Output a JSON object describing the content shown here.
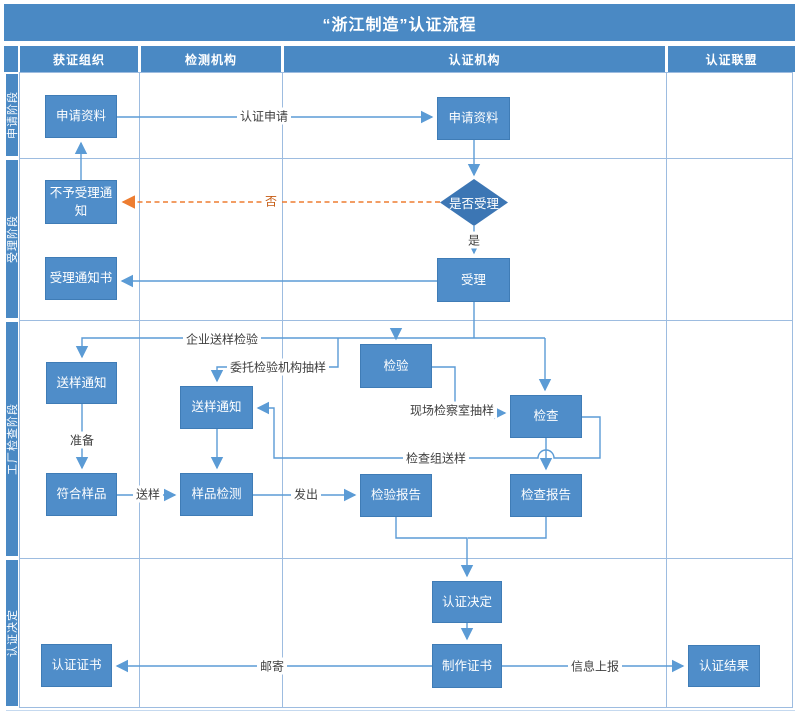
{
  "title": "“浙江制造”认证流程",
  "columns": [
    {
      "label": "获证组织"
    },
    {
      "label": "检测机构"
    },
    {
      "label": "认证机构"
    },
    {
      "label": "认证联盟"
    }
  ],
  "rows": [
    {
      "label": "申请阶段"
    },
    {
      "label": "受理阶段"
    },
    {
      "label": "工厂检查阶段"
    },
    {
      "label": "认证决定"
    }
  ],
  "nodes": {
    "apply_docs_left": {
      "label": "申请资料"
    },
    "apply_docs_right": {
      "label": "申请资料"
    },
    "reject_notice": {
      "label": "不予受理通知"
    },
    "accept_question": {
      "label": "是否受理"
    },
    "accept_notice": {
      "label": "受理通知书"
    },
    "accept": {
      "label": "受理"
    },
    "sample_notice_org": {
      "label": "送样通知"
    },
    "inspect": {
      "label": "检验"
    },
    "sample_notice_lab": {
      "label": "送样通知"
    },
    "check": {
      "label": "检查"
    },
    "qualified_sample": {
      "label": "符合样品"
    },
    "sample_testing": {
      "label": "样品检测"
    },
    "inspect_report": {
      "label": "检验报告"
    },
    "check_report": {
      "label": "检查报告"
    },
    "cert_decision": {
      "label": "认证决定"
    },
    "certificate": {
      "label": "认证证书"
    },
    "make_cert": {
      "label": "制作证书"
    },
    "cert_result": {
      "label": "认证结果"
    }
  },
  "edge_labels": {
    "cert_apply": "认证申请",
    "no": "否",
    "yes": "是",
    "enterprise_sample": "企业送样检验",
    "entrust_sample": "委托检验机构抽样",
    "onsite_sample": "现场检察室抽样",
    "team_sample": "检查组送样",
    "prepare": "准备",
    "send_sample": "送样",
    "issue": "发出",
    "mail": "邮寄",
    "report_info": "信息上报"
  },
  "colors": {
    "band_blue": "#4a89c4",
    "node_blue": "#4f8dc9",
    "diamond_blue": "#3c76b4",
    "connector_blue": "#5b9bd5",
    "grid_blue": "#9dbce0",
    "reject_orange": "#ed7d31",
    "label_gray": "#404040"
  }
}
